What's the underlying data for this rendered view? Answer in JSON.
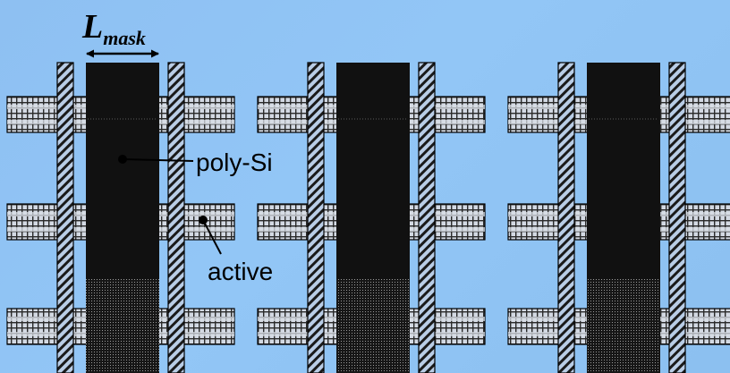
{
  "diagram": {
    "width_label_main": "L",
    "width_label_sub": "mask",
    "poly_label": "poly-Si",
    "active_label": "active",
    "colors": {
      "background": "#8ec0f2",
      "poly": "#111111",
      "ink": "#000000",
      "active_light": "#d8dde6"
    },
    "transistor_count": 3,
    "active_row_count": 3
  }
}
